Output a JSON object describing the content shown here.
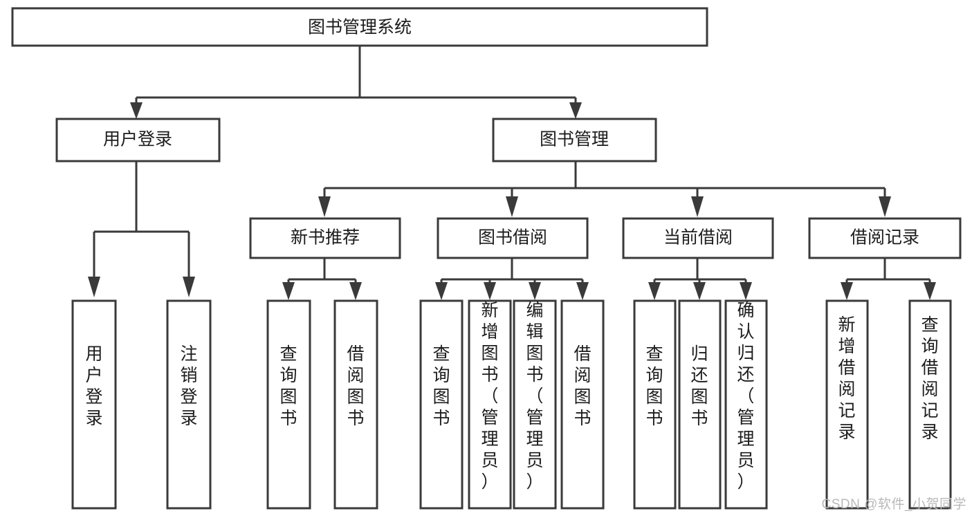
{
  "diagram": {
    "type": "tree",
    "title": "图书管理系统",
    "watermark": "CSDN @软件_小贺同学",
    "root": {
      "id": "root",
      "label": "图书管理系统",
      "orientation": "horizontal"
    },
    "level2": [
      {
        "id": "user-login",
        "label": "用户登录",
        "orientation": "horizontal"
      },
      {
        "id": "book-manage",
        "label": "图书管理",
        "orientation": "horizontal"
      }
    ],
    "level3": [
      {
        "id": "new-book-recommend",
        "label": "新书推荐",
        "parent": "book-manage",
        "orientation": "horizontal"
      },
      {
        "id": "book-borrow",
        "label": "图书借阅",
        "parent": "book-manage",
        "orientation": "horizontal"
      },
      {
        "id": "current-borrow",
        "label": "当前借阅",
        "parent": "book-manage",
        "orientation": "horizontal"
      },
      {
        "id": "borrow-record",
        "label": "借阅记录",
        "parent": "book-manage",
        "orientation": "horizontal"
      }
    ],
    "leaves": [
      {
        "id": "leaf-user-login",
        "label": "用户登录",
        "parent": "user-login",
        "orientation": "vertical"
      },
      {
        "id": "leaf-logout",
        "label": "注销登录",
        "parent": "user-login",
        "orientation": "vertical"
      },
      {
        "id": "leaf-query-book-1",
        "label": "查询图书",
        "parent": "new-book-recommend",
        "orientation": "vertical"
      },
      {
        "id": "leaf-borrow-book-1",
        "label": "借阅图书",
        "parent": "new-book-recommend",
        "orientation": "vertical"
      },
      {
        "id": "leaf-query-book-2",
        "label": "查询图书",
        "parent": "book-borrow",
        "orientation": "vertical"
      },
      {
        "id": "leaf-add-book",
        "label": "新增图书（管理员）",
        "parent": "book-borrow",
        "orientation": "vertical"
      },
      {
        "id": "leaf-edit-book",
        "label": "编辑图书（管理员）",
        "parent": "book-borrow",
        "orientation": "vertical"
      },
      {
        "id": "leaf-borrow-book-2",
        "label": "借阅图书",
        "parent": "book-borrow",
        "orientation": "vertical"
      },
      {
        "id": "leaf-query-book-3",
        "label": "查询图书",
        "parent": "current-borrow",
        "orientation": "vertical"
      },
      {
        "id": "leaf-return-book",
        "label": "归还图书",
        "parent": "current-borrow",
        "orientation": "vertical"
      },
      {
        "id": "leaf-confirm-return",
        "label": "确认归还（管理员）",
        "parent": "current-borrow",
        "orientation": "vertical"
      },
      {
        "id": "leaf-add-record",
        "label": "新增借阅记录",
        "parent": "borrow-record",
        "orientation": "vertical"
      },
      {
        "id": "leaf-query-record",
        "label": "查询借阅记录",
        "parent": "borrow-record",
        "orientation": "vertical"
      }
    ],
    "colors": {
      "box_stroke": "#3a3a3a",
      "box_fill": "#ffffff",
      "text": "#1c1c1c",
      "watermark": "#b9b9b9",
      "background": "#ffffff"
    }
  }
}
